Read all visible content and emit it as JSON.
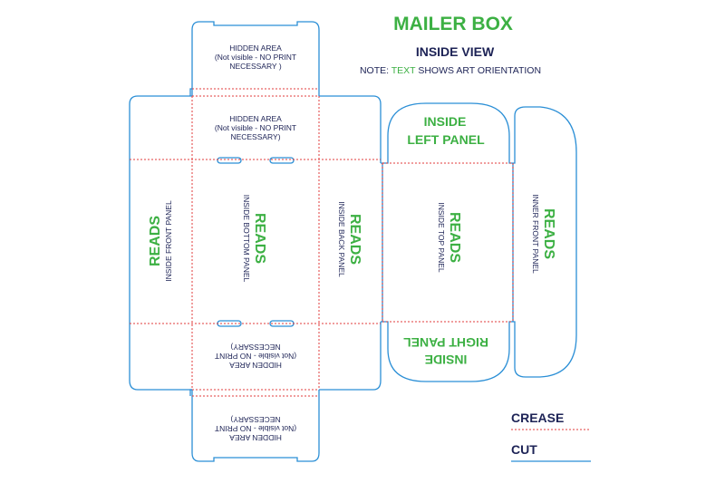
{
  "header": {
    "title": "MAILER BOX",
    "subtitle": "INSIDE VIEW",
    "note_prefix": "NOTE: ",
    "note_highlight": "TEXT",
    "note_suffix": " SHOWS ART ORIENTATION"
  },
  "panels": {
    "hidden_top_outer": [
      "HIDDEN AREA",
      "(Not visible - NO PRINT",
      "NECESSARY )"
    ],
    "hidden_top_inner": [
      "HIDDEN AREA",
      "(Not visible - NO PRINT",
      "NECESSARY)"
    ],
    "hidden_bottom_inner": [
      "HIDDEN AREA",
      "(Not visible - NO PRINT",
      "NECESSARY)"
    ],
    "hidden_bottom_outer": [
      "HIDDEN AREA",
      "(Not visible - NO PRINT",
      "NECESSARY)"
    ],
    "reads": "READS",
    "inside_front_panel": "INSIDE FRONT PANEL",
    "inside_bottom_panel": "INSIDE BOTTOM PANEL",
    "inside_back_panel": "INSIDE BACK PANEL",
    "inside_top_panel": "INSIDE TOP PANEL",
    "inner_front_panel": "INNER FRONT PANEL",
    "inside_left_panel": [
      "INSIDE",
      "LEFT PANEL"
    ],
    "inside_right_panel": [
      "INSIDE",
      "RIGHT PANEL"
    ]
  },
  "legend": {
    "crease": "CREASE",
    "cut": "CUT",
    "crease_color": "#e23b3b",
    "cut_color": "#2b8fd6"
  },
  "colors": {
    "green": "#3cb043",
    "navy": "#1d2356",
    "cut_line": "#2b8fd6",
    "crease_line": "#e23b3b"
  }
}
